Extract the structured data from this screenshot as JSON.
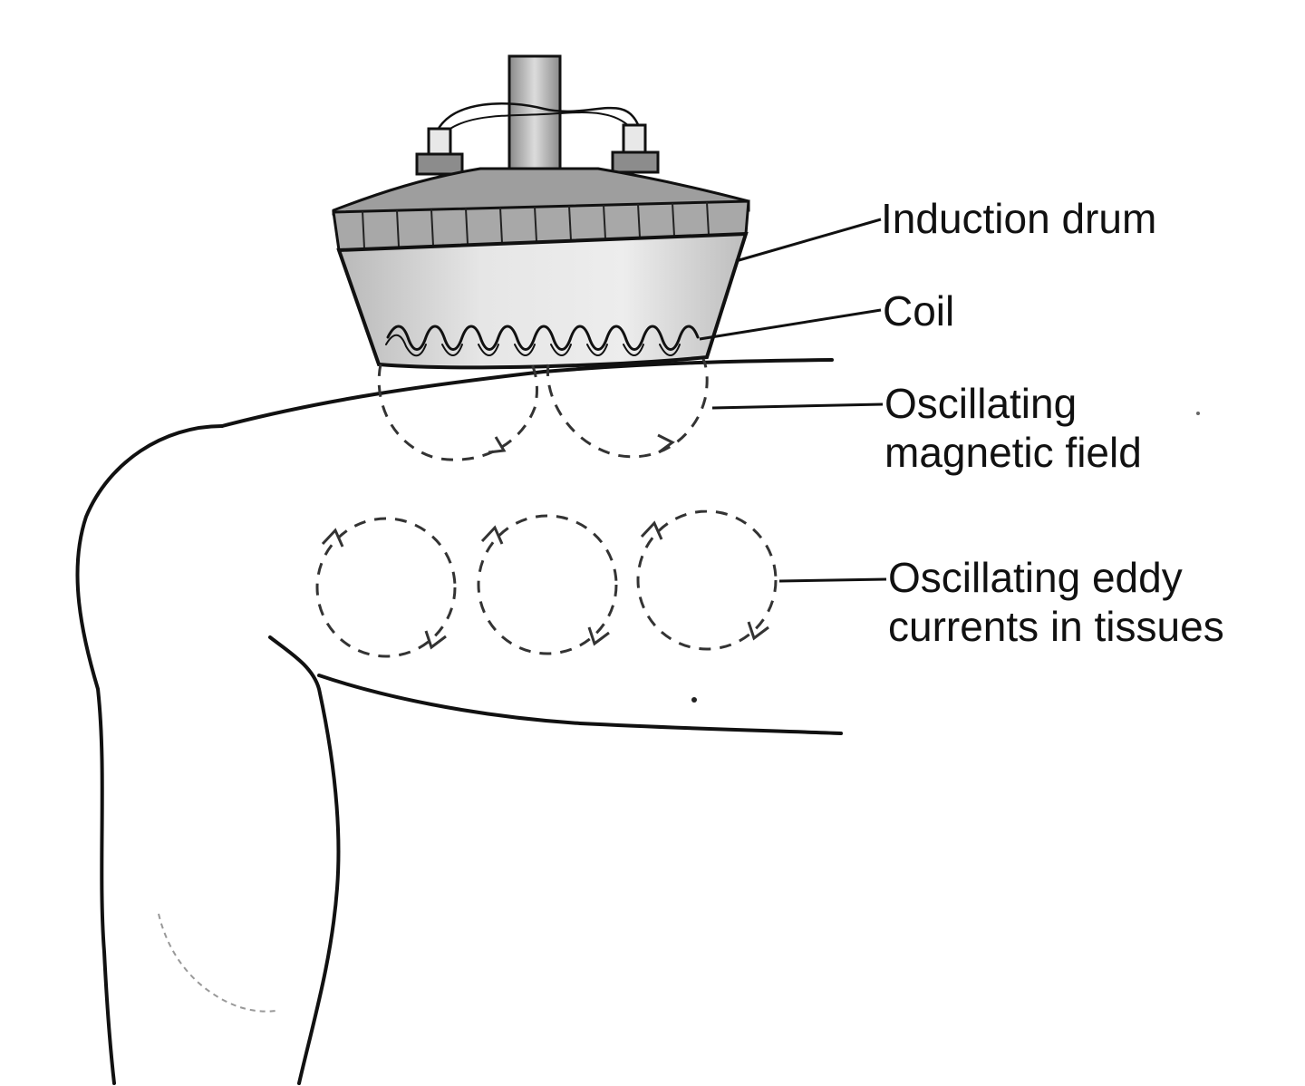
{
  "labels": {
    "induction_drum": "Induction drum",
    "coil": "Coil",
    "magnetic_field_line1": "Oscillating",
    "magnetic_field_line2": "magnetic field",
    "eddy_line1": "Oscillating eddy",
    "eddy_line2": "currents in tissues"
  },
  "colors": {
    "ink": "#111111",
    "drum_fill": "#d9d9d9",
    "drum_band": "#9a9a9a",
    "background": "#ffffff"
  }
}
